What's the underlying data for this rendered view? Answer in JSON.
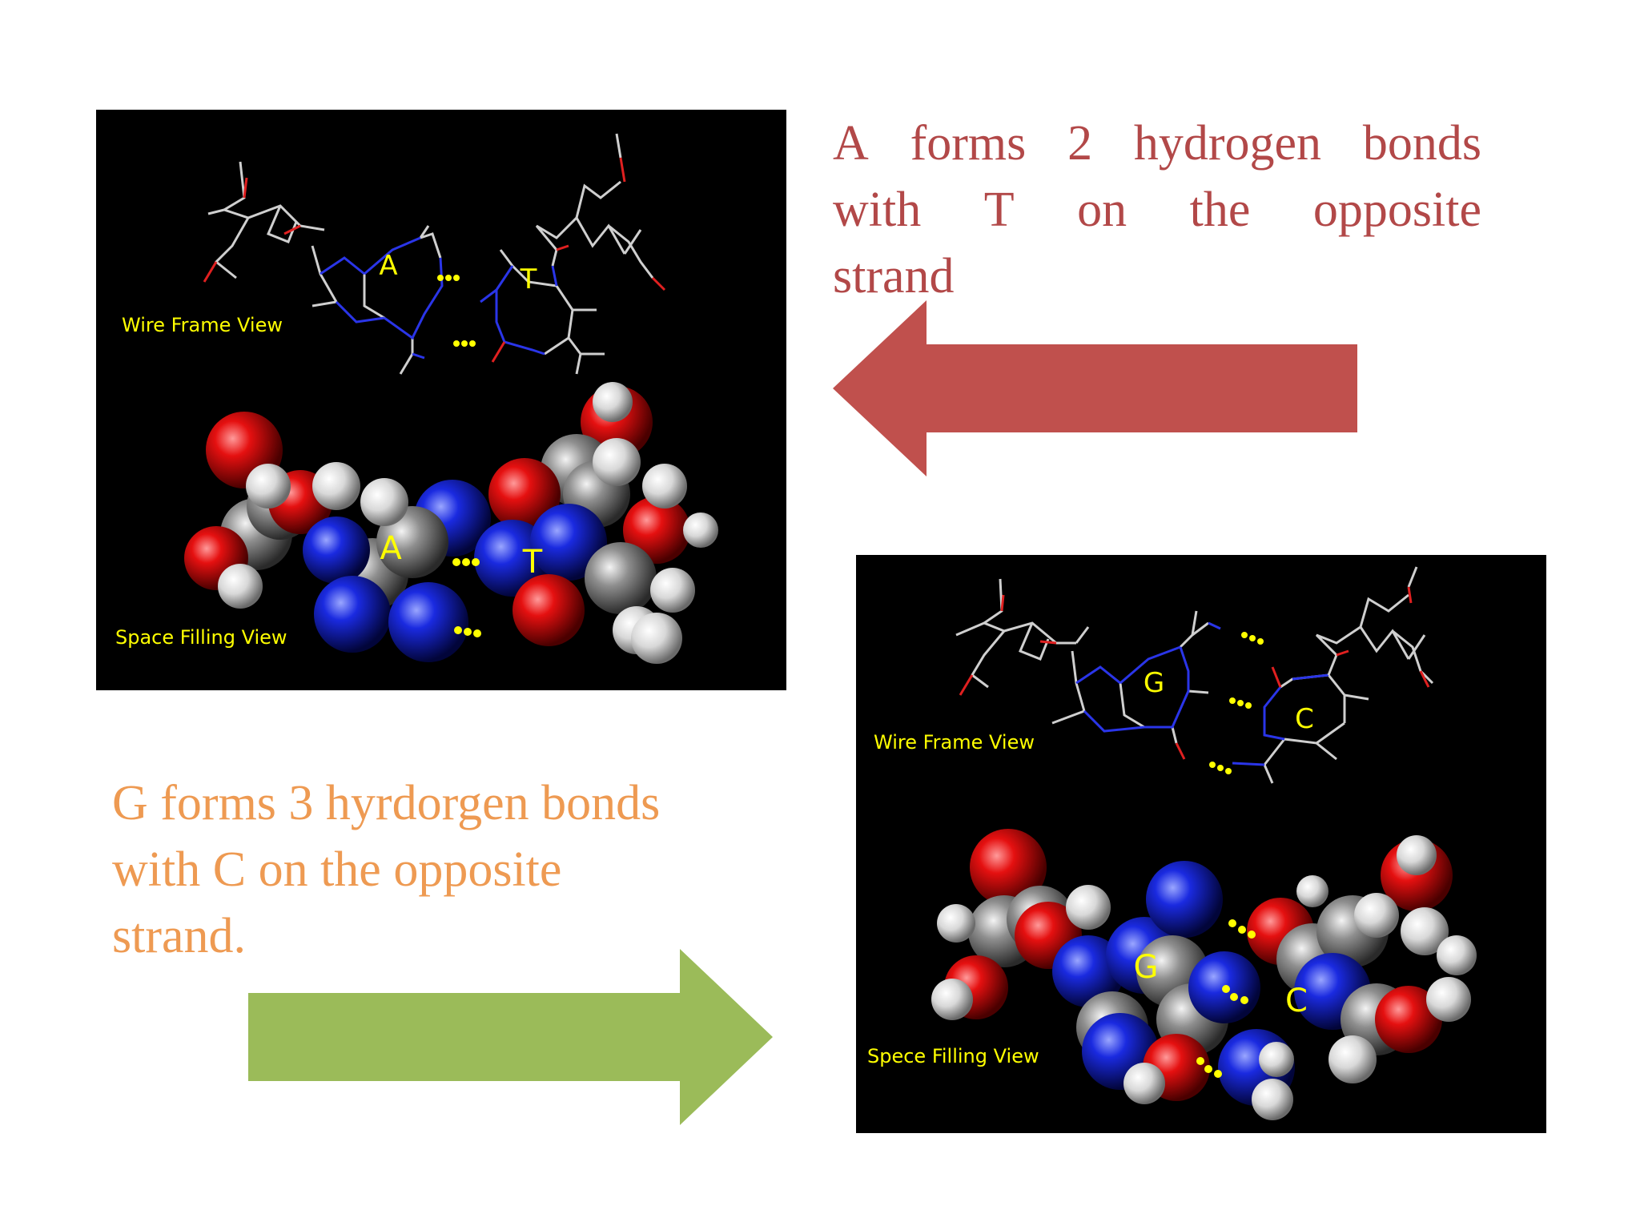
{
  "captions": {
    "at": {
      "lines": [
        [
          "A",
          "forms",
          "2",
          "hydrogen",
          "bonds"
        ],
        [
          "with",
          "T",
          "on",
          "the",
          "opposite"
        ],
        [
          "strand"
        ]
      ]
    },
    "gc": {
      "lines": [
        "G forms 3 hyrdorgen bonds",
        "with  C on the opposite",
        "strand."
      ]
    }
  },
  "panels": {
    "at": {
      "wire_label": "Wire Frame View",
      "space_label": "Space Filling View",
      "wire_letters": [
        "A",
        "T"
      ],
      "space_letters": [
        "A",
        "T"
      ]
    },
    "gc": {
      "wire_label": "Wire Frame View",
      "space_label": "Spece Filling View",
      "wire_letters": [
        "G",
        "C"
      ],
      "space_letters": [
        "G",
        "C"
      ]
    }
  },
  "colors": {
    "caption_at": "#b24848",
    "caption_gc": "#ee9a52",
    "arrow_left": "#c0504d",
    "arrow_right": "#9bbb59",
    "label_yellow": "#ffff00"
  },
  "icons": {
    "arrow_left": "arrow-left-icon",
    "arrow_right": "arrow-right-icon"
  }
}
